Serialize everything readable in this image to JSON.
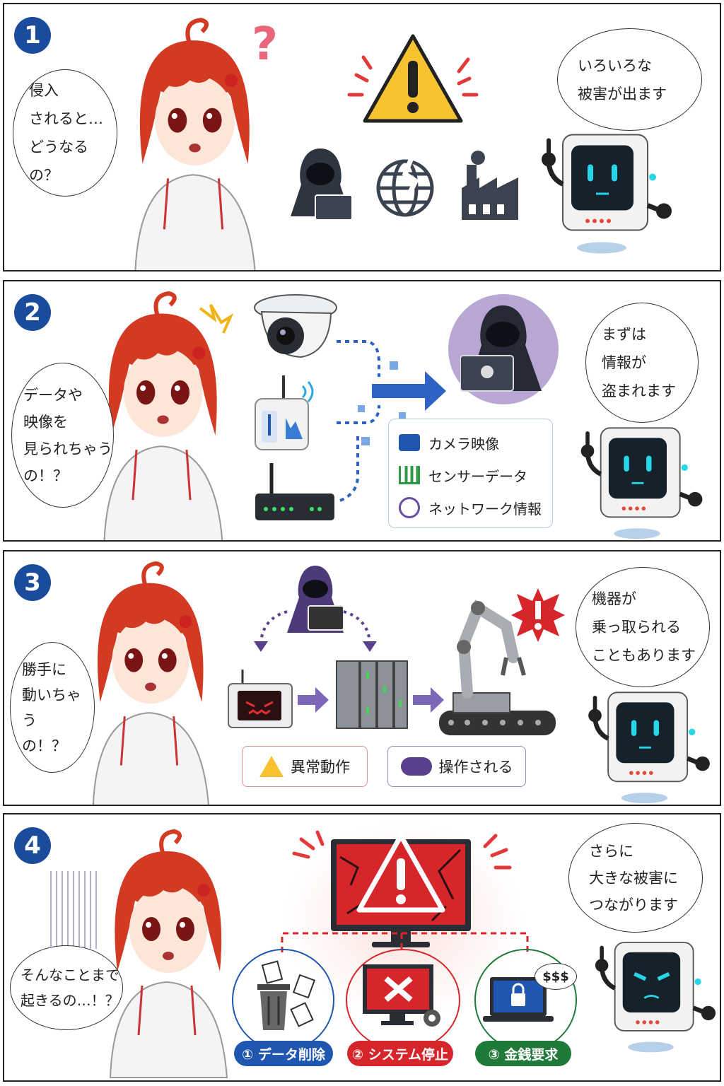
{
  "panels": [
    {
      "number": "1",
      "girl_bubble": [
        "侵入",
        "されると…",
        "どうなるの？"
      ],
      "robot_bubble": [
        "いろいろな",
        "被害が出ます"
      ],
      "question_mark": "?"
    },
    {
      "number": "2",
      "girl_bubble": [
        "データや",
        "映像を",
        "見られちゃう",
        "の！？"
      ],
      "robot_bubble": [
        "まずは",
        "情報が",
        "盗まれます"
      ],
      "legend": [
        {
          "icon": "camera-icon",
          "label": "カメラ映像"
        },
        {
          "icon": "bar-chart-icon",
          "label": "センサーデータ"
        },
        {
          "icon": "globe-icon",
          "label": "ネットワーク情報"
        }
      ]
    },
    {
      "number": "3",
      "girl_bubble": [
        "勝手に",
        "動いちゃう",
        "の！？"
      ],
      "robot_bubble": [
        "機器が",
        "乗っ取られる",
        "こともあります"
      ],
      "labels": [
        {
          "icon": "warning-icon",
          "label": "異常動作"
        },
        {
          "icon": "gamepad-icon",
          "label": "操作される"
        }
      ]
    },
    {
      "number": "4",
      "girl_bubble": [
        "そんなことまで",
        "起きるの…！？"
      ],
      "robot_bubble": [
        "さらに",
        "大きな被害に",
        "つながります"
      ],
      "outcomes": [
        {
          "label": "① データ削除",
          "color": "#1f56b0"
        },
        {
          "label": "② システム停止",
          "color": "#d7262b"
        },
        {
          "label": "③ 金銭要求",
          "color": "#1f7a3a"
        }
      ],
      "money": "$$$"
    }
  ],
  "colors": {
    "badge": "#1b4c9c",
    "hair": "#d23a22",
    "screen": "#15222b",
    "eyes": "#29d6e8",
    "warning": "#f7c331",
    "danger": "#d7262b",
    "hacker": "#2e3440",
    "purple": "#5b3f8f"
  }
}
